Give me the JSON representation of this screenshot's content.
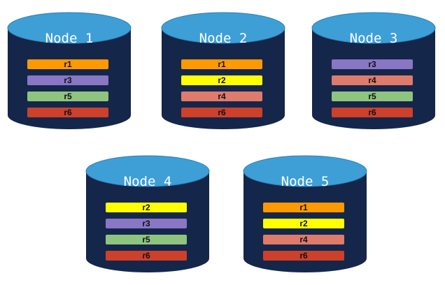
{
  "colors": {
    "cylinder_body": "#15264b",
    "cylinder_top": "#3e9fd7",
    "cylinder_top_edge": "#2a7fb8",
    "r1": "#ff9900",
    "r2": "#ffff00",
    "r3": "#8976c4",
    "r4": "#df7b6b",
    "r5": "#8ec47e",
    "r6": "#cd4029"
  },
  "nodes": [
    {
      "title": "Node 1",
      "replicas": [
        "r1",
        "r3",
        "r5",
        "r6"
      ]
    },
    {
      "title": "Node 2",
      "replicas": [
        "r1",
        "r2",
        "r4",
        "r6"
      ]
    },
    {
      "title": "Node 3",
      "replicas": [
        "r3",
        "r4",
        "r5",
        "r6"
      ]
    },
    {
      "title": "Node 4",
      "replicas": [
        "r2",
        "r3",
        "r5",
        "r6"
      ]
    },
    {
      "title": "Node 5",
      "replicas": [
        "r1",
        "r2",
        "r4",
        "r6"
      ]
    }
  ]
}
